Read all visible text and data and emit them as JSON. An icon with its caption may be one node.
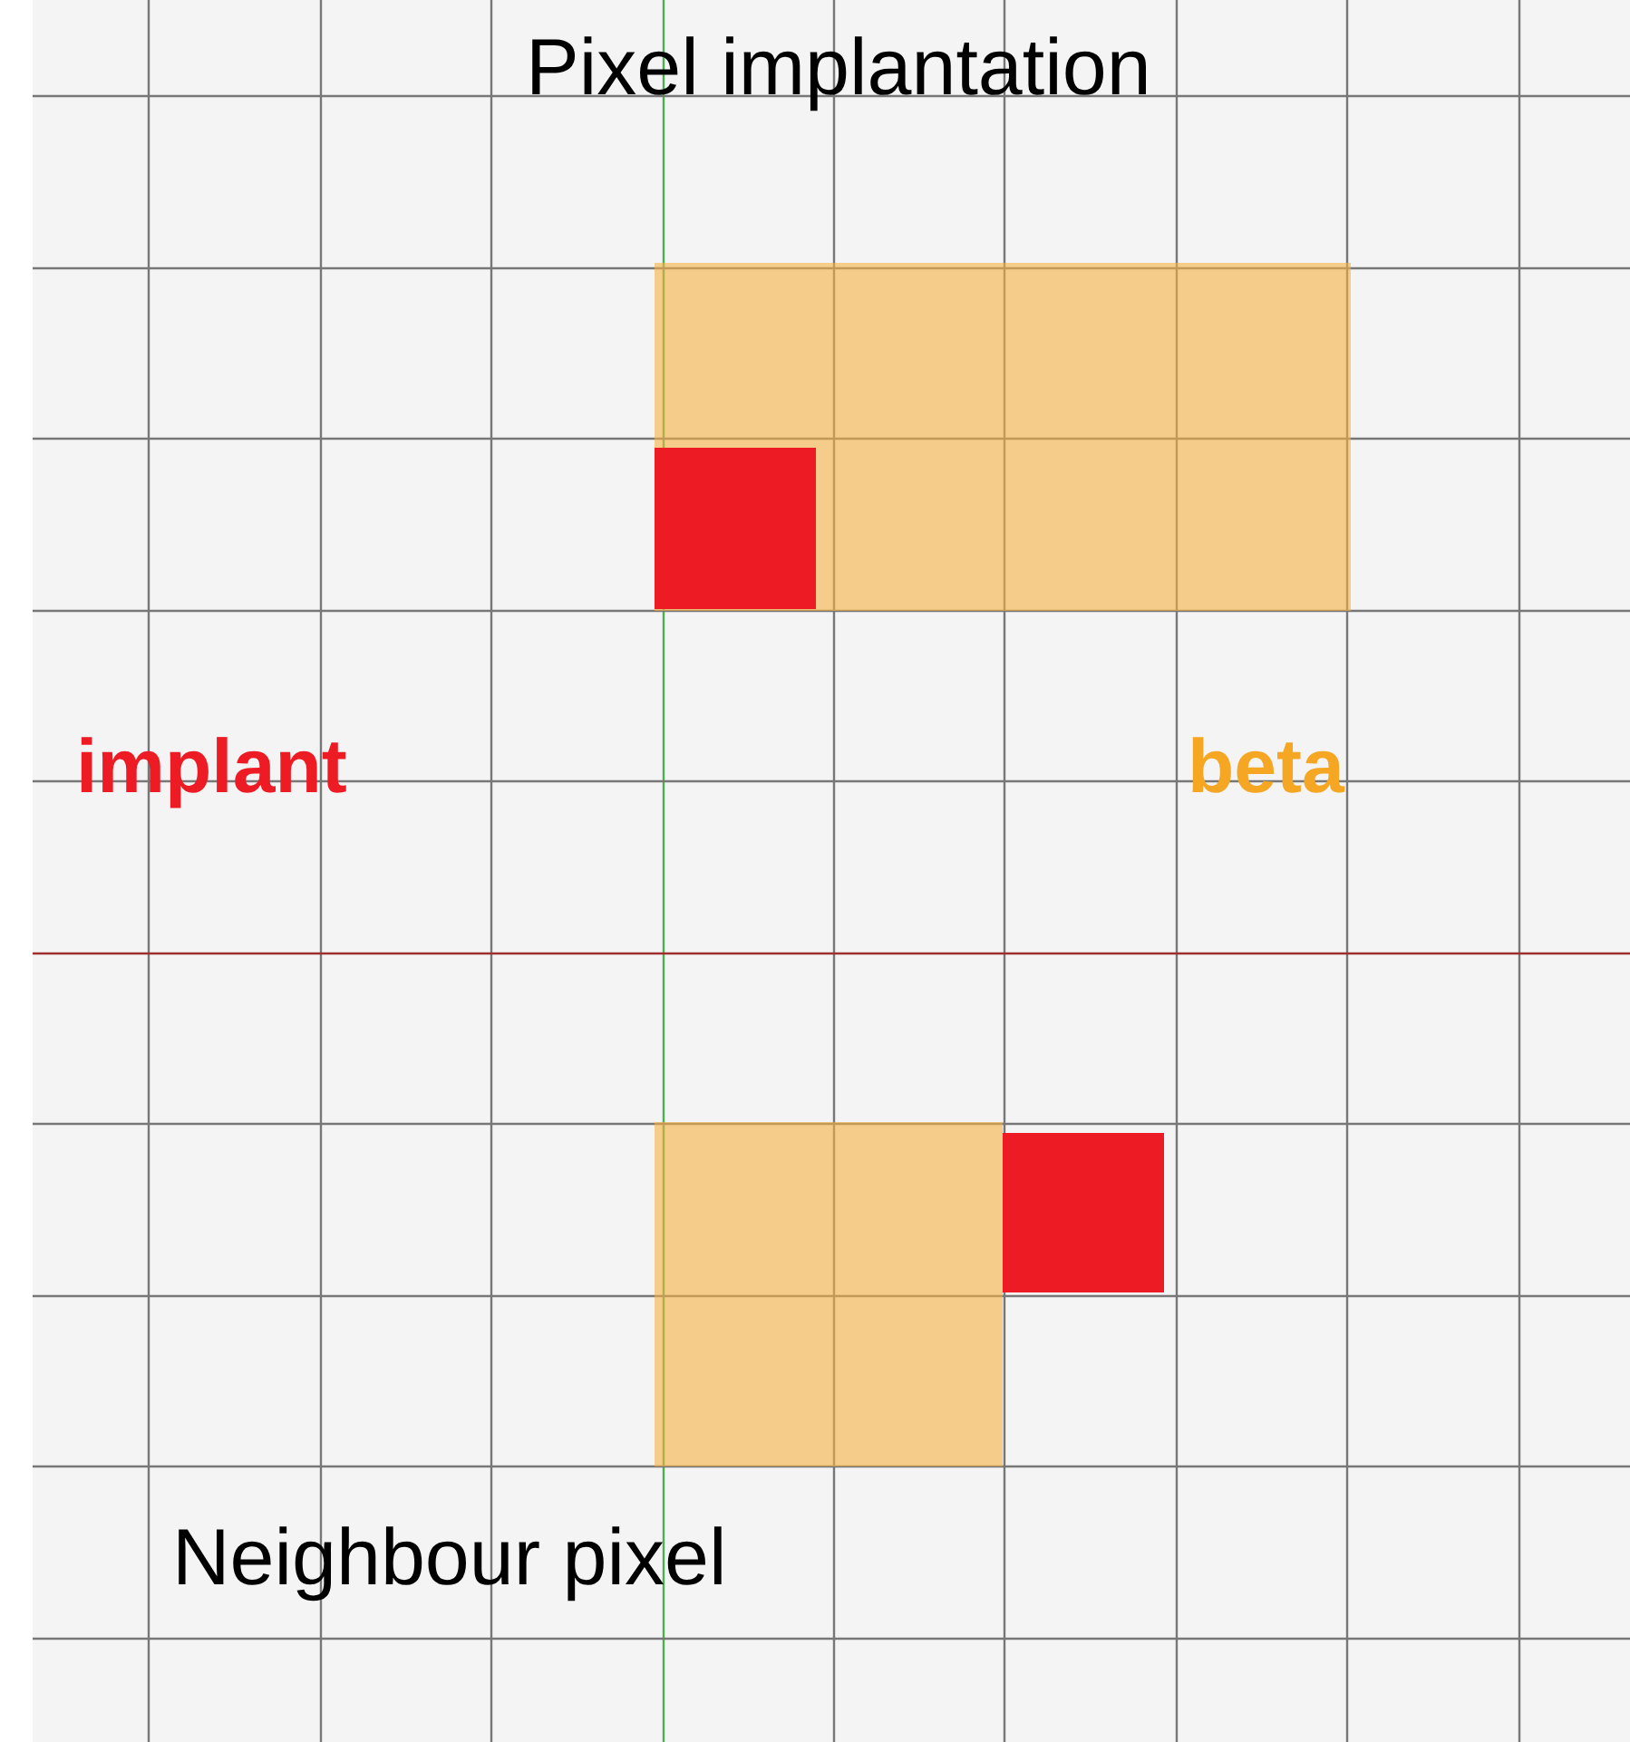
{
  "diagram": {
    "title": "Pixel implantation",
    "labels": [
      "Neighbour pixel"
    ],
    "legend": [
      {
        "text": "implant",
        "color": "#ed1c24"
      },
      {
        "text": "beta",
        "color": "#f5a623"
      }
    ]
  }
}
